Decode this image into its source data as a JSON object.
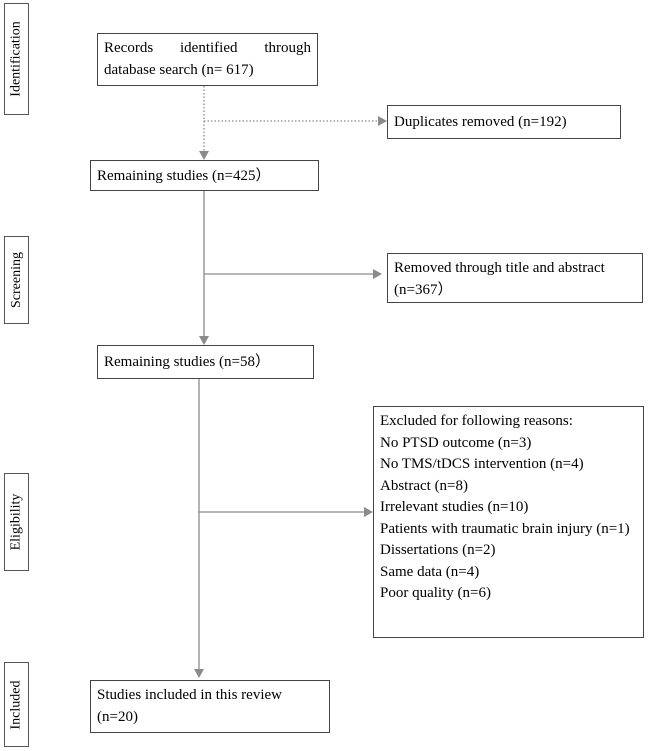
{
  "stages": {
    "identification": "Identification",
    "screening": "Screening",
    "eligibility": "Eligibility",
    "included": "Included"
  },
  "boxes": {
    "records_identified": "Records identified through database search (n= 617)",
    "duplicates_removed": "Duplicates removed (n=192)",
    "remaining_425": "Remaining studies (n=425）",
    "removed_title_abstract": "Removed through title and abstract (n=367）",
    "remaining_58": "Remaining studies (n=58）",
    "excluded": {
      "heading": "Excluded for following reasons:",
      "reasons": [
        "No PTSD outcome (n=3)",
        "No TMS/tDCS intervention (n=4)",
        "Abstract (n=8)",
        "Irrelevant studies (n=10)",
        "Patients with traumatic brain injury (n=1)",
        "Dissertations (n=2)",
        "Same data (n=4)",
        "Poor quality (n=6)"
      ]
    },
    "included": "Studies included in this review (n=20)"
  }
}
